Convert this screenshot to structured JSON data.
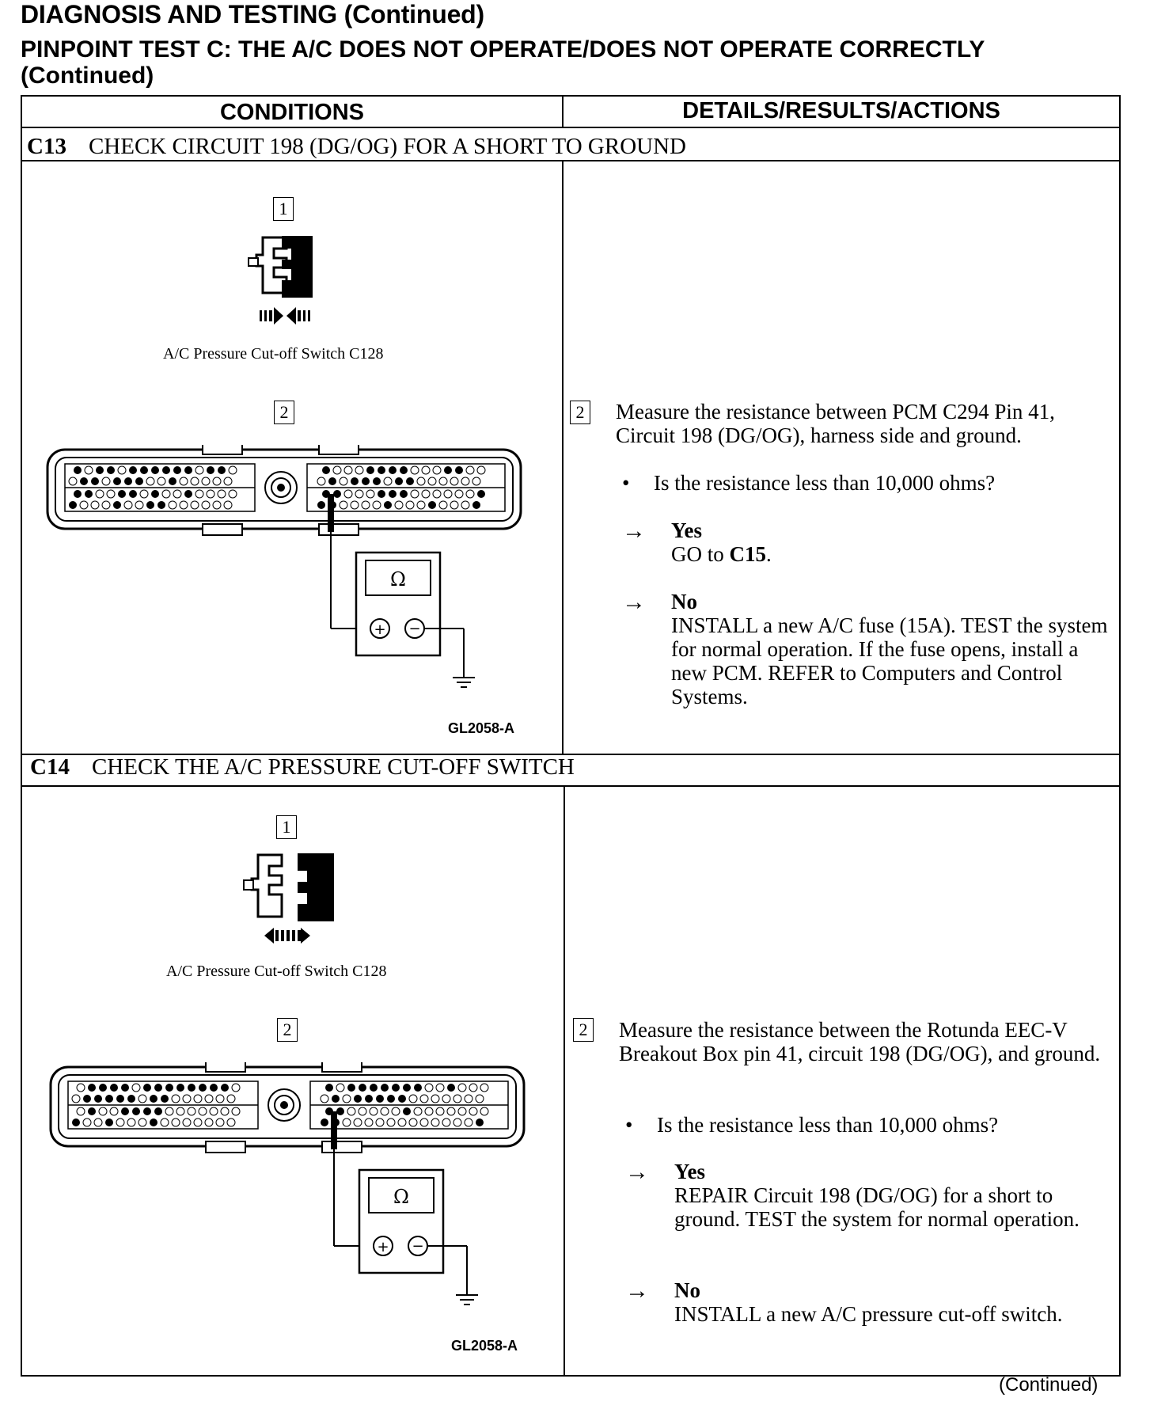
{
  "page": {
    "title": "DIAGNOSIS AND TESTING (Continued)",
    "test_title": "PINPOINT TEST C: THE A/C DOES NOT OPERATE/DOES NOT OPERATE CORRECTLY (Continued)",
    "footer": "(Continued)"
  },
  "table": {
    "col_conditions": "CONDITIONS",
    "col_details": "DETAILS/RESULTS/ACTIONS"
  },
  "steps": [
    {
      "id": "C13",
      "title": "CHECK CIRCUIT 198 (DG/OG) FOR A SHORT TO GROUND",
      "step1_num": "1",
      "step1_caption": "A/C Pressure Cut-off Switch C128",
      "step2_num": "2",
      "meter_symbol": "Ω",
      "figure_id": "GL2058-A",
      "action_num": "2",
      "action": "Measure the resistance between PCM C294 Pin 41, Circuit 198 (DG/OG), harness side and ground.",
      "question": "Is the resistance less than 10,000 ohms?",
      "yes_label": "Yes",
      "yes_text": "GO to",
      "yes_ref": "C15",
      "yes_suffix": ".",
      "no_label": "No",
      "no_text": "INSTALL a new A/C fuse (15A). TEST the system for normal operation. If the fuse opens, install a new PCM. REFER to Computers and Control Systems."
    },
    {
      "id": "C14",
      "title": "CHECK THE A/C PRESSURE CUT-OFF SWITCH",
      "step1_num": "1",
      "step1_caption": "A/C Pressure Cut-off Switch C128",
      "step2_num": "2",
      "meter_symbol": "Ω",
      "figure_id": "GL2058-A",
      "action_num": "2",
      "action": "Measure the resistance between the Rotunda EEC-V Breakout Box pin 41, circuit 198 (DG/OG), and ground.",
      "question": "Is the resistance less than 10,000 ohms?",
      "yes_label": "Yes",
      "yes_text": "REPAIR Circuit 198 (DG/OG) for a short to ground. TEST the system for normal operation.",
      "no_label": "No",
      "no_text": "INSTALL a new A/C pressure cut-off switch."
    }
  ]
}
